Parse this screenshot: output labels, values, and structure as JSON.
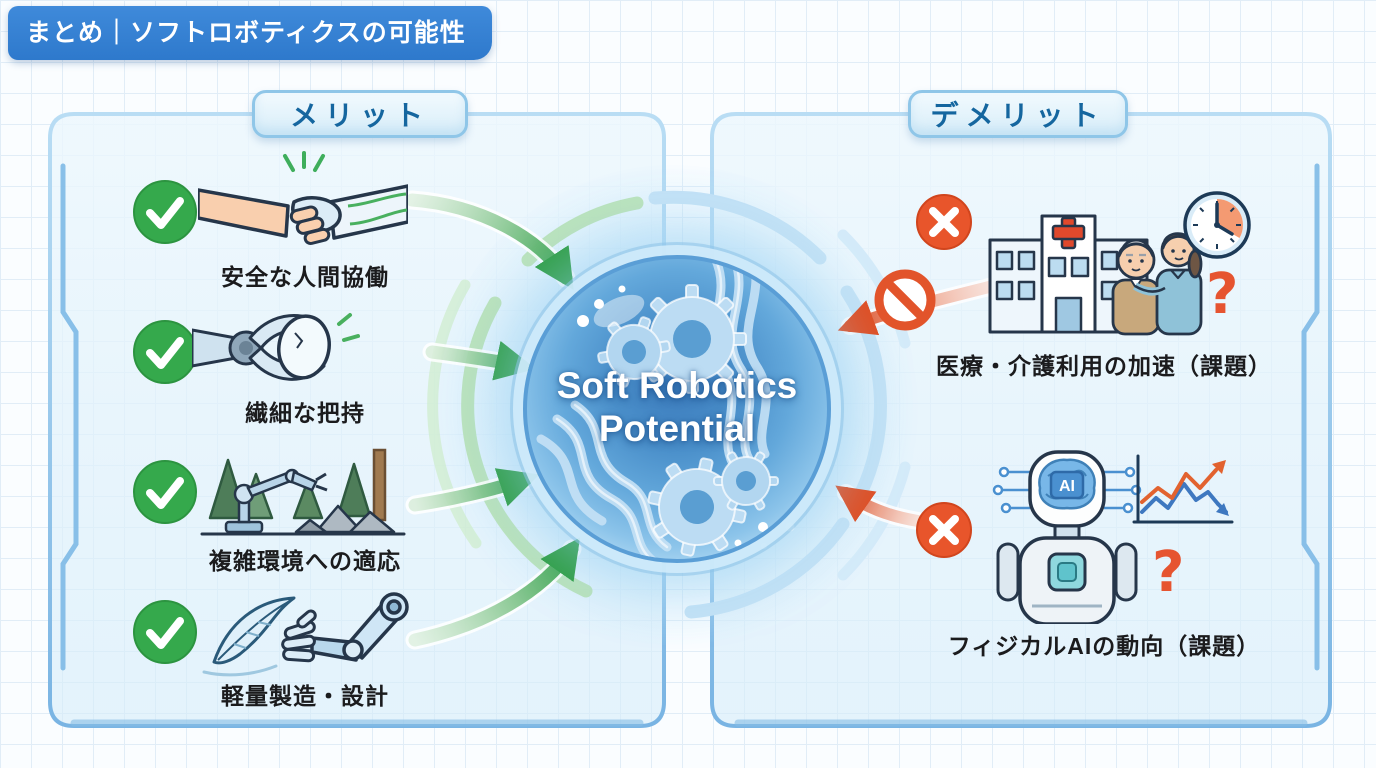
{
  "banner": {
    "title": "まとめ｜ソフトロボティクスの可能性"
  },
  "center_node": {
    "title_line1": "Soft Robotics",
    "title_line2": "Potential"
  },
  "merit_panel": {
    "header": "メリット",
    "items": [
      {
        "label": "安全な人間協働",
        "icon": "human-robot-handshake"
      },
      {
        "label": "繊細な把持",
        "icon": "gripper-holding-egg"
      },
      {
        "label": "複雑環境への適応",
        "icon": "robot-arm-forest"
      },
      {
        "label": "軽量製造・設計",
        "icon": "feather-lightweight-arm"
      }
    ]
  },
  "demerit_panel": {
    "header": "デメリット",
    "items": [
      {
        "label": "医療・介護利用の加速（課題）",
        "icon": "hospital-caregiver-clock"
      },
      {
        "label": "フィジカルAIの動向（課題）",
        "icon": "physical-ai-robot-chart"
      }
    ]
  },
  "glyphs": {
    "question_mark": "?",
    "ai_chip_label": "AI"
  },
  "colors": {
    "banner_blue": "#3180d2",
    "merit_green": "#2fa24b",
    "demerit_orange": "#e0512a",
    "sphere_blue": "#4a90cc",
    "panel_border_blue": "#8cc4e8",
    "header_text_blue": "#15669f"
  }
}
